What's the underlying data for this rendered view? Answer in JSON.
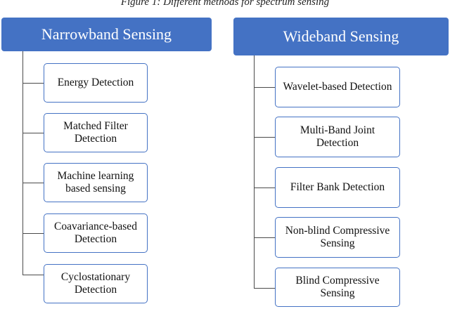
{
  "caption": "Figure 1: Different methods for spectrum sensing",
  "narrowband": {
    "title": "Narrowband Sensing",
    "items": [
      "Energy Detection",
      "Matched Filter Detection",
      "Machine learning based sensing",
      "Coavariance-based Detection",
      "Cyclostationary Detection"
    ]
  },
  "wideband": {
    "title": "Wideband Sensing",
    "items": [
      "Wavelet-based Detection",
      "Multi-Band Joint Detection",
      "Filter Bank Detection",
      "Non-blind Compressive Sensing",
      "Blind Compressive Sensing"
    ]
  },
  "colors": {
    "header_fill": "#4472c4",
    "box_border": "#4472c4",
    "connector": "#4a4a4a"
  }
}
